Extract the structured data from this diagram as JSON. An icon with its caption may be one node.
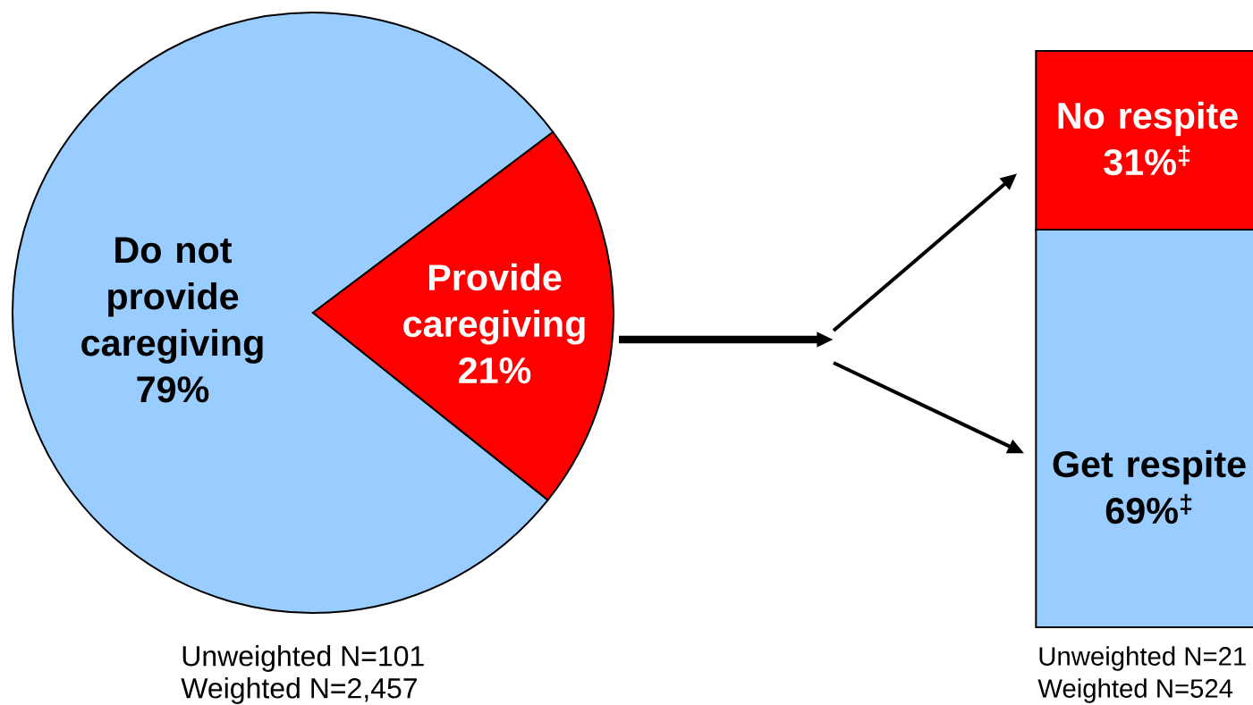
{
  "diagram": {
    "nodes": [
      {
        "text": [
          "Do not provide caregiving 79%"
        ]
      },
      {
        "text": [
          "Provide caregiving 21%"
        ]
      },
      {
        "text": [
          "No respite 31%$^{‡}$"
        ]
      },
      {
        "text": [
          "Get respite 69%$^{‡}$"
        ]
      }
    ],
    "edges": [
      {
        "from": 1,
        "to": null,
        "arrow": "to",
        "style": "thick"
      },
      {
        "from": null,
        "to": 2,
        "arrow": "to"
      },
      {
        "from": null,
        "to": 3,
        "arrow": "to"
      }
    ],
    "labels": [
      "Unweighted N=101",
      "Weighted N=2,457",
      "Unweighted N=21",
      "Weighted N=524"
    ]
  }
}
